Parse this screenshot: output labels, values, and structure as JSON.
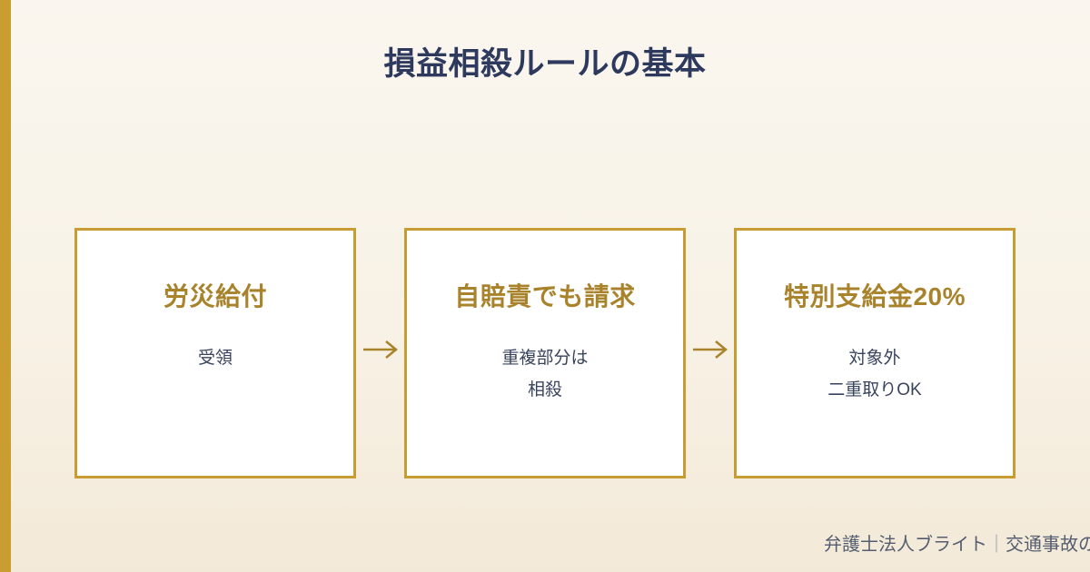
{
  "page": {
    "title": "損益相殺ルールの基本"
  },
  "flow": {
    "steps": [
      {
        "heading": "労災給付",
        "lines": [
          "受領"
        ]
      },
      {
        "heading": "自賠責でも請求",
        "lines": [
          "重複部分は",
          "相殺"
        ]
      },
      {
        "heading": "特別支給金20%",
        "lines": [
          "対象外",
          "二重取りOK"
        ]
      }
    ]
  },
  "icons": {
    "arrow_right": "→"
  },
  "footer": {
    "brand": "弁護士法人ブライト",
    "separator": "｜",
    "category": "交通事故の"
  },
  "colors": {
    "accent_gold_bar": "#c99d30",
    "card_border_gold": "#c69c33",
    "heading_gold": "#a8832c",
    "arrow_gold": "#a8832c",
    "title_navy": "#2d3a5e",
    "body_text_navy": "#38435c",
    "footer_text": "#545e70",
    "background_top": "#faf6ef",
    "background_bottom": "#f3e9d8",
    "card_background": "#ffffff"
  }
}
